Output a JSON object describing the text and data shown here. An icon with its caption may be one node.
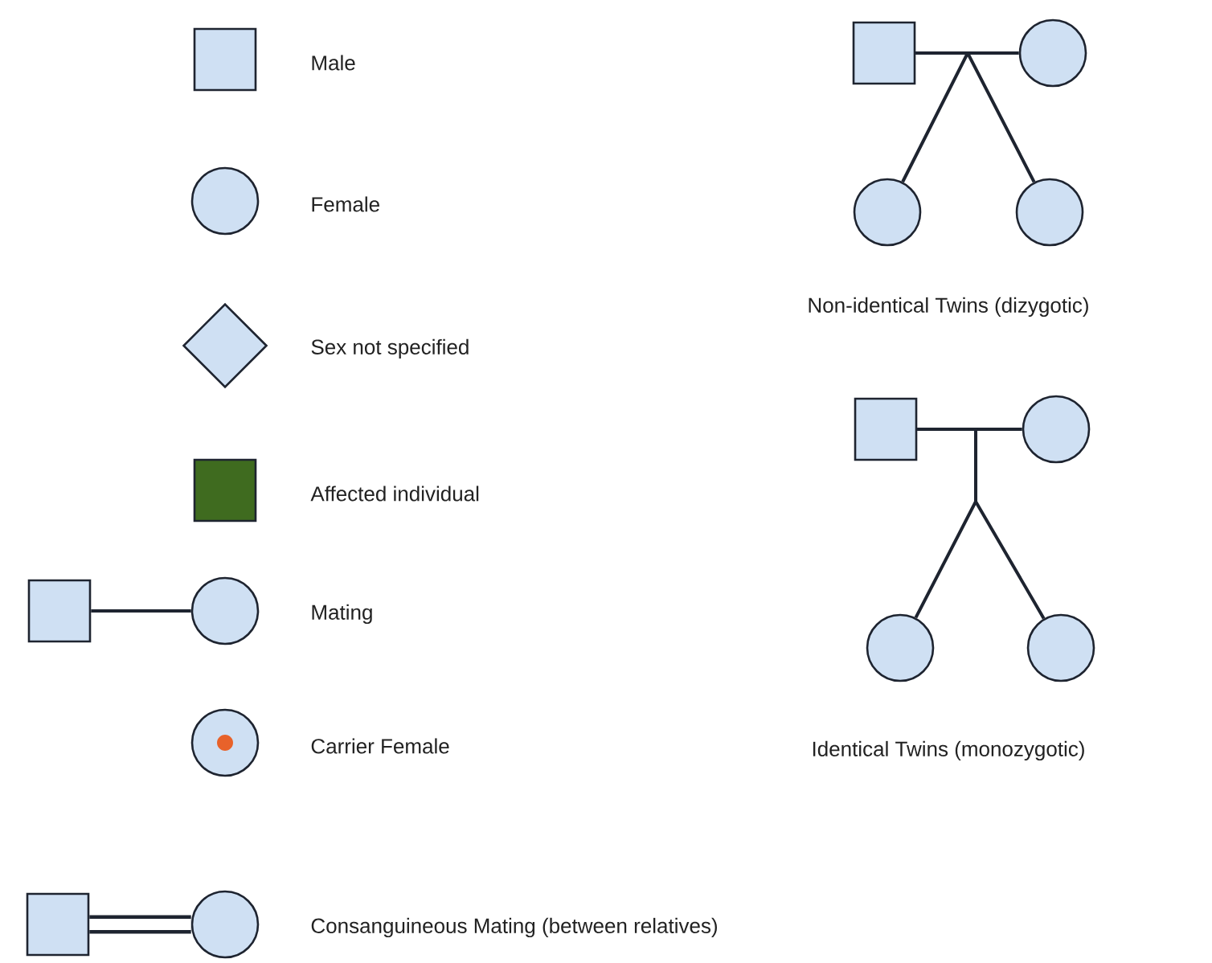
{
  "diagram": {
    "nodes": [
      {
        "text": [],
        "shape": "box",
        "beside": [
          "Male"
        ]
      },
      {
        "text": [],
        "shape": "circle",
        "beside": [
          "Female"
        ]
      },
      {
        "text": [],
        "shape": "diamond",
        "beside": [
          "Sex not specified"
        ]
      },
      {
        "text": [],
        "shape": "box",
        "beside": [
          "Affected individual"
        ]
      },
      {
        "text": [],
        "shape": "box"
      },
      {
        "text": [],
        "shape": "circle",
        "beside": [
          "Mating"
        ]
      },
      {
        "text": [],
        "shape": "circle",
        "beside": [
          "Carrier Female"
        ]
      },
      {
        "text": [],
        "shape": "box"
      },
      {
        "text": [],
        "shape": "circle",
        "beside": [
          "Consanguineous Mating (between relatives)"
        ]
      },
      {
        "text": [],
        "shape": "box"
      },
      {
        "text": [],
        "shape": "circle"
      },
      {
        "text": [],
        "shape": "circle"
      },
      {
        "text": [],
        "shape": "circle"
      },
      {
        "text": [],
        "shape": "box"
      },
      {
        "text": [],
        "shape": "circle"
      },
      {
        "text": [],
        "shape": "circle"
      },
      {
        "text": [],
        "shape": "circle"
      }
    ],
    "edges": [
      {
        "from": 4,
        "to": 5,
        "arrow": "none"
      },
      {
        "from": 7,
        "to": 8,
        "arrow": "none",
        "style": "thick"
      },
      {
        "from": 9,
        "to": 10,
        "arrow": "none"
      },
      {
        "from": 9,
        "to": 11,
        "arrow": "none"
      },
      {
        "from": 9,
        "to": 12,
        "arrow": "none"
      },
      {
        "from": 13,
        "to": 14,
        "arrow": "none"
      },
      {
        "from": 13,
        "to": 15,
        "arrow": "none"
      },
      {
        "from": 13,
        "to": 16,
        "arrow": "none"
      }
    ],
    "labels": [
      "Non-identical Twins (dizygotic)",
      "Identical Twins (monozygotic)"
    ]
  }
}
